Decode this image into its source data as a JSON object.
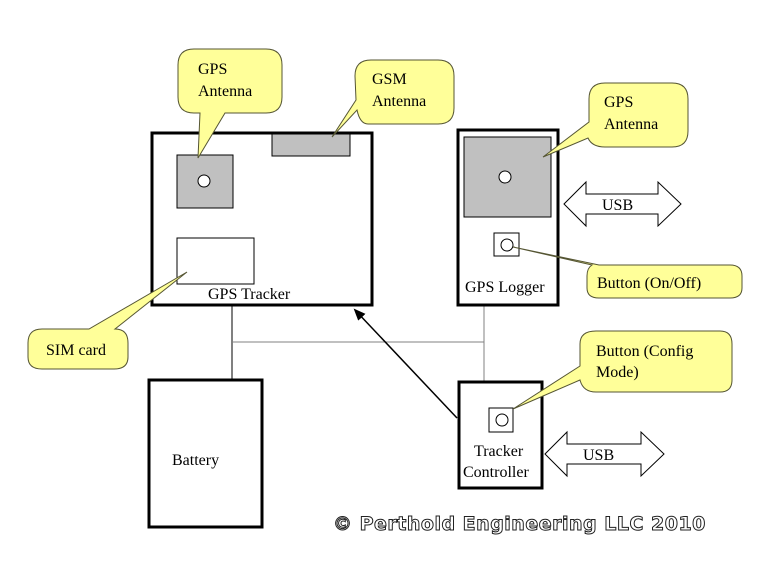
{
  "colors": {
    "callout_fill": "#ffff99",
    "callout_stroke": "#555533",
    "antenna_fill": "#c0c0c0",
    "box_stroke": "#000000",
    "wire": "#808080"
  },
  "components": {
    "gps_tracker": {
      "label": "GPS Tracker"
    },
    "gps_logger": {
      "label": "GPS Logger"
    },
    "battery": {
      "label": "Battery"
    },
    "tracker_controller": {
      "line1": "Tracker",
      "line2": "Controller"
    }
  },
  "callouts": {
    "tracker_gps_antenna": {
      "line1": "GPS",
      "line2": "Antenna"
    },
    "gsm_antenna": {
      "line1": "GSM",
      "line2": "Antenna"
    },
    "logger_gps_antenna": {
      "line1": "GPS",
      "line2": "Antenna"
    },
    "sim_card": {
      "line1": "SIM card"
    },
    "button_on_off": {
      "line1": "Button (On/Off)"
    },
    "button_config": {
      "line1": "Button (Config",
      "line2": "Mode)"
    }
  },
  "usb_arrows": {
    "logger": {
      "label": "USB"
    },
    "controller": {
      "label": "USB"
    }
  },
  "copyright": "© Perthold Engineering LLC 2010"
}
